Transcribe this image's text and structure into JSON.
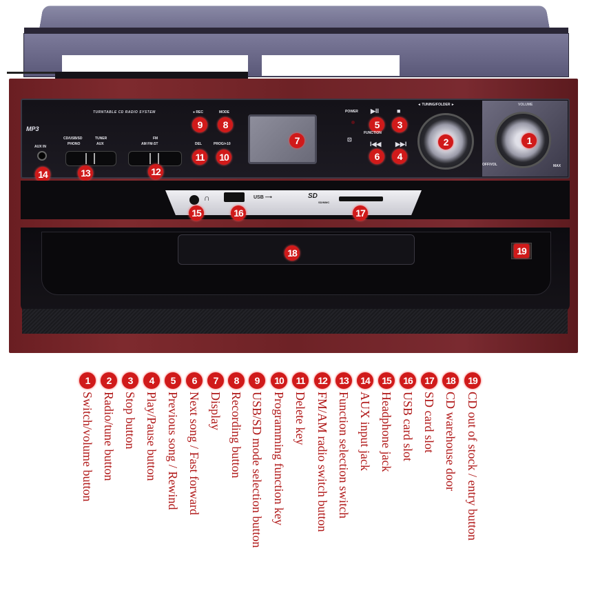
{
  "device": {
    "brand_text": "TURNTABLE CD RADIO SYSTEM",
    "mp3_logo": "MP3",
    "labels": {
      "aux_in": "AUX IN",
      "func_left_top": "CD/USB/SD",
      "func_left_bottom": "PHONO",
      "func_right_top": "TUNER",
      "func_right_bottom": "AUX",
      "band_top": "FM",
      "band_bottom": "AM  FM-ST",
      "rec": "● REC",
      "mode": "MODE",
      "del": "DEL",
      "prog": "PROG/+10",
      "power": "POWER",
      "function": "FUNCTION",
      "tuning": "◄ TUNING/FOLDER ►",
      "volume": "VOLUME",
      "off_vol": "OFF/VOL",
      "max": "MAX",
      "usb": "USB ⟶",
      "sd": "SD",
      "sd_sub": "SD/MMC"
    },
    "symbols": {
      "play_pause": "▶II",
      "stop": "■",
      "prev": "I◀◀",
      "next": "▶▶I"
    }
  },
  "callouts": [
    {
      "n": "1",
      "label": "Switch/volume button"
    },
    {
      "n": "2",
      "label": "Radio/tune button"
    },
    {
      "n": "3",
      "label": "Stop button"
    },
    {
      "n": "4",
      "label": "Play/Pause button"
    },
    {
      "n": "5",
      "label": "Previous song / Rewind"
    },
    {
      "n": "6",
      "label": "Next song / Fast forward"
    },
    {
      "n": "7",
      "label": "Display"
    },
    {
      "n": "8",
      "label": "Recording button"
    },
    {
      "n": "9",
      "label": "USB/SD mode selection button"
    },
    {
      "n": "10",
      "label": "Programming function key"
    },
    {
      "n": "11",
      "label": "Delete key"
    },
    {
      "n": "12",
      "label": "FM/AM radio switch button"
    },
    {
      "n": "13",
      "label": "Function selection switch"
    },
    {
      "n": "14",
      "label": "AUX input jack"
    },
    {
      "n": "15",
      "label": "Headphone jack"
    },
    {
      "n": "16",
      "label": "USB card slot"
    },
    {
      "n": "17",
      "label": "SD card slot"
    },
    {
      "n": "18",
      "label": "CD warehouse door"
    },
    {
      "n": "19",
      "label": "CD out of stock / entry button"
    }
  ],
  "colors": {
    "badge": "#d01a1a",
    "legend_text": "#b01818",
    "wood": "#6e2226"
  }
}
